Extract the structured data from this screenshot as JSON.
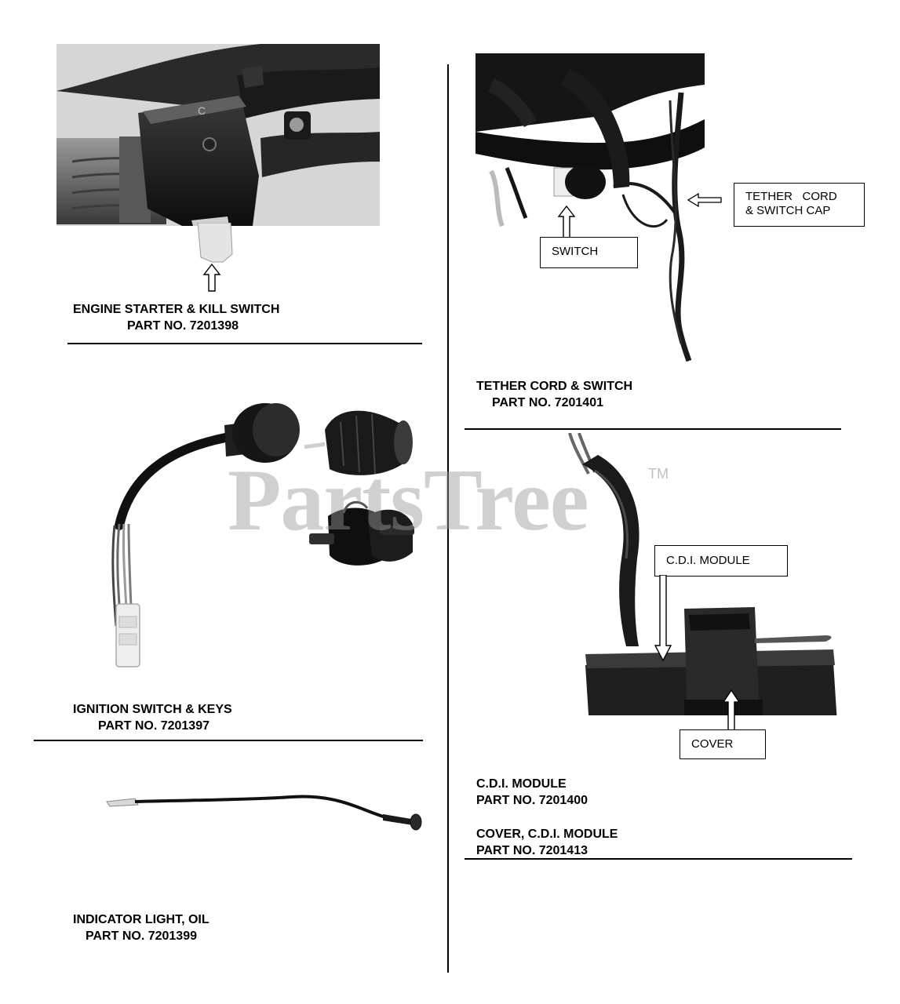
{
  "watermark": {
    "text": "PartsTree",
    "tm": "TM"
  },
  "parts": {
    "engine_switch": {
      "line1": "ENGINE STARTER & KILL SWITCH",
      "line2": "PART NO. 7201398"
    },
    "ignition_switch": {
      "line1": "IGNITION SWITCH & KEYS",
      "line2": "PART NO. 7201397"
    },
    "indicator_light": {
      "line1": "INDICATOR LIGHT, OIL",
      "line2": "PART NO. 7201399"
    },
    "tether_cord": {
      "line1": "TETHER CORD & SWITCH",
      "line2": "PART NO. 7201401"
    },
    "cdi_module": {
      "line1": "C.D.I. MODULE",
      "line2": "PART NO. 7201400"
    },
    "cdi_cover": {
      "line1": "COVER, C.D.I. MODULE",
      "line2": "PART NO. 7201413"
    }
  },
  "callouts": {
    "tether_cord_cap_line1": "TETHER   CORD",
    "tether_cord_cap_line2": "& SWITCH CAP",
    "switch": "SWITCH",
    "cdi_module": "C.D.I. MODULE",
    "cover": "COVER"
  }
}
